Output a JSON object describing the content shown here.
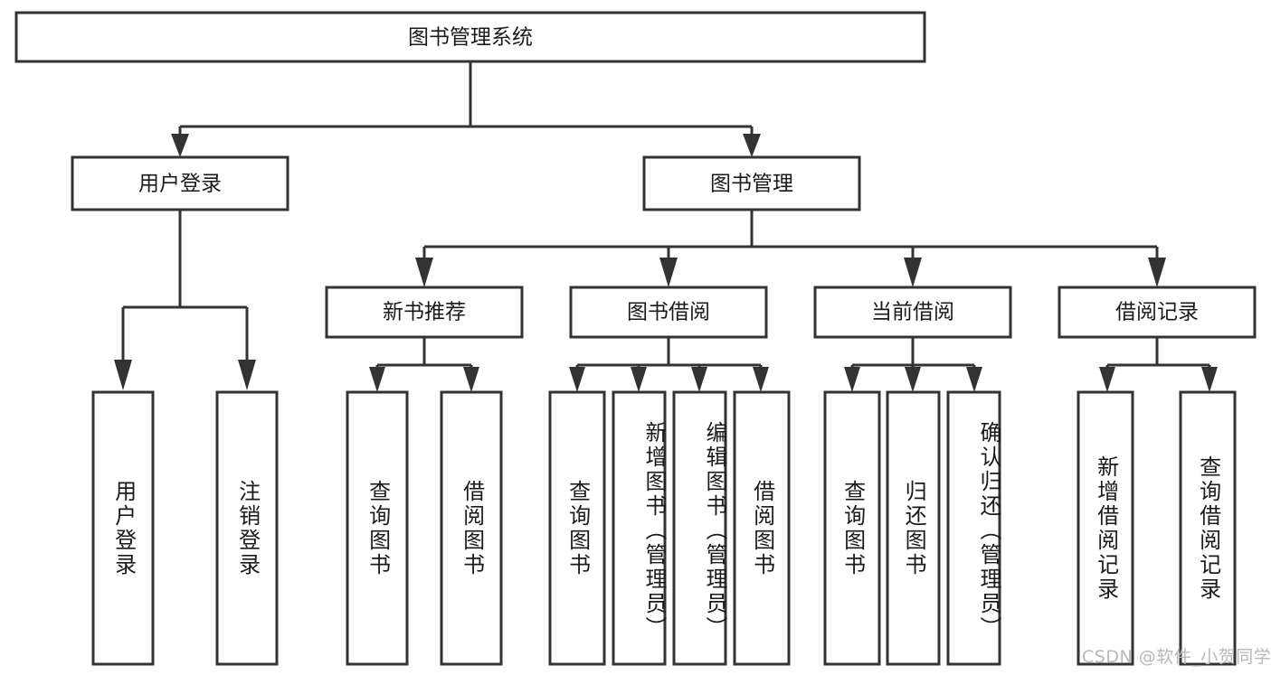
{
  "diagram": {
    "type": "tree-hierarchy",
    "title": "图书管理系统",
    "watermark": "CSDN @软件_小贺同学",
    "colors": {
      "box_stroke": "#333333",
      "box_fill": "#ffffff",
      "text": "#1a1a1a",
      "connector": "#333333",
      "background": "#ffffff",
      "watermark": "#b8b8b8"
    },
    "levels": {
      "root": {
        "label": "图书管理系统"
      },
      "level2": [
        {
          "label": "用户登录"
        },
        {
          "label": "图书管理"
        }
      ],
      "level3": [
        {
          "label": "新书推荐"
        },
        {
          "label": "图书借阅"
        },
        {
          "label": "当前借阅"
        },
        {
          "label": "借阅记录"
        }
      ],
      "leaves": [
        {
          "label": "用户登录",
          "parent": "用户登录"
        },
        {
          "label": "注销登录",
          "parent": "用户登录"
        },
        {
          "label": "查询图书",
          "parent": "新书推荐"
        },
        {
          "label": "借阅图书",
          "parent": "新书推荐"
        },
        {
          "label": "查询图书",
          "parent": "图书借阅"
        },
        {
          "label": "新增图书（管理员）",
          "parent": "图书借阅"
        },
        {
          "label": "编辑图书（管理员）",
          "parent": "图书借阅"
        },
        {
          "label": "借阅图书",
          "parent": "图书借阅"
        },
        {
          "label": "查询图书",
          "parent": "当前借阅"
        },
        {
          "label": "归还图书",
          "parent": "当前借阅"
        },
        {
          "label": "确认归还（管理员）",
          "parent": "当前借阅"
        },
        {
          "label": "新增借阅记录",
          "parent": "借阅记录"
        },
        {
          "label": "查询借阅记录",
          "parent": "借阅记录"
        }
      ]
    }
  }
}
